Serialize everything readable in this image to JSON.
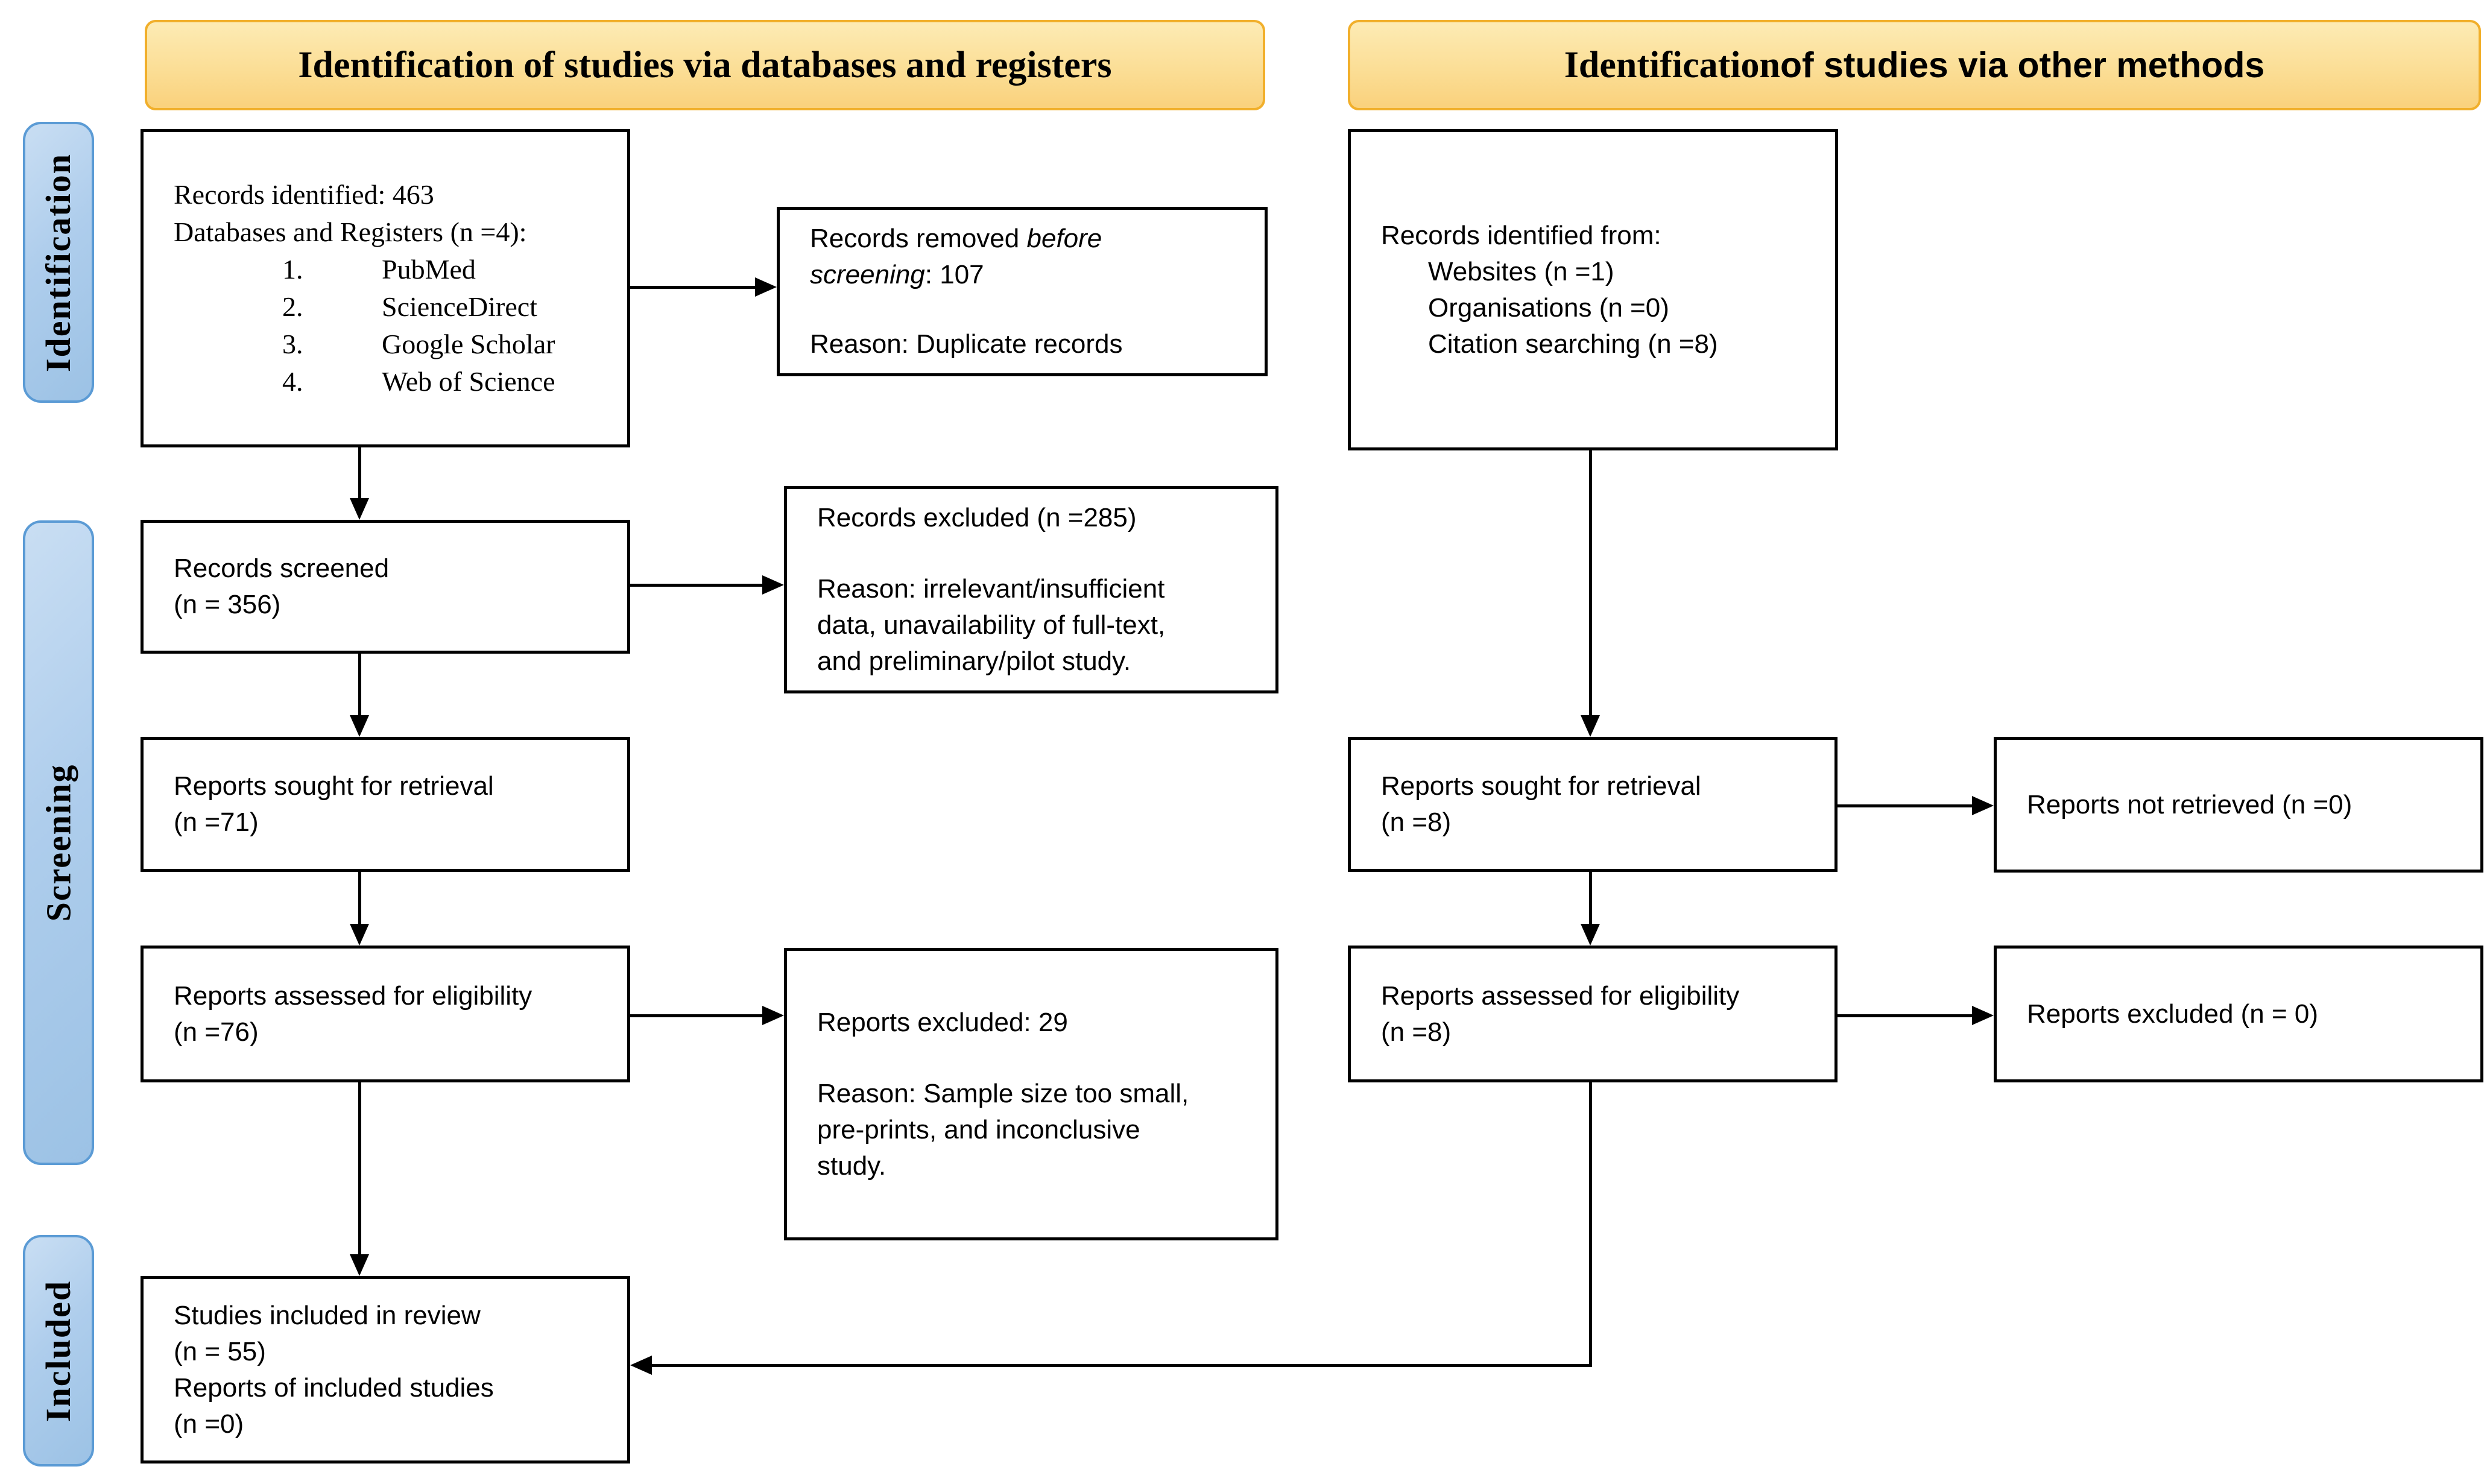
{
  "headers": {
    "databases": "Identification of studies via databases and registers",
    "other_serif": "Identification",
    "other_rest": " of studies via other methods"
  },
  "stages": {
    "identification": "Identification",
    "screening": "Screening",
    "included": "Included"
  },
  "colors": {
    "banner_fill_top": "#FDEBB4",
    "banner_fill_bottom": "#FAD17C",
    "banner_border": "#F1AF2B",
    "stage_fill_top": "#C9DEF3",
    "stage_fill_bottom": "#9CC2E5",
    "stage_border": "#5B9BD5",
    "box_border": "#000000",
    "arrow": "#000000"
  },
  "boxes": {
    "records_identified": {
      "line1": "Records identified: 463",
      "line2": "Databases and Registers (n =4):",
      "items": [
        {
          "num": "1.",
          "label": "PubMed"
        },
        {
          "num": "2.",
          "label": "ScienceDirect"
        },
        {
          "num": "3.",
          "label": "Google Scholar"
        },
        {
          "num": "4.",
          "label": "Web of Science"
        }
      ]
    },
    "records_removed": {
      "line1_pre": "Records removed ",
      "line1_italic": "before",
      "line2_italic": "screening",
      "line2_post": ": 107",
      "reason": "Reason: Duplicate records"
    },
    "records_screened": {
      "line1": "Records screened",
      "line2": "(n = 356)"
    },
    "records_excluded": {
      "line1": "Records excluded (n =285)",
      "reason_lines": [
        "Reason: irrelevant/insufficient",
        "data, unavailability of full-text,",
        "and preliminary/pilot study."
      ]
    },
    "reports_sought_db": {
      "line1": "Reports sought for retrieval",
      "line2": "(n =71)"
    },
    "reports_assessed_db": {
      "line1": "Reports assessed for eligibility",
      "line2": "(n =76)"
    },
    "reports_excluded_db": {
      "line1": "Reports excluded: 29",
      "reason_lines": [
        "Reason: Sample size too small,",
        "pre-prints, and inconclusive",
        "study."
      ]
    },
    "studies_included": {
      "line1": "Studies included in review",
      "line2": "(n = 55)",
      "line3": "Reports of included studies",
      "line4": "(n =0)"
    },
    "records_identified_other": {
      "line1": "Records identified from:",
      "sub_lines": [
        "Websites (n =1)",
        "Organisations (n =0)",
        "Citation searching (n =8)"
      ]
    },
    "reports_sought_other": {
      "line1": "Reports sought for retrieval",
      "line2": "(n =8)"
    },
    "reports_not_retrieved": {
      "line1": "Reports not retrieved (n =0)"
    },
    "reports_assessed_other": {
      "line1": "Reports assessed for eligibility",
      "line2": "(n =8)"
    },
    "reports_excluded_other": {
      "line1": "Reports excluded (n = 0)"
    }
  }
}
